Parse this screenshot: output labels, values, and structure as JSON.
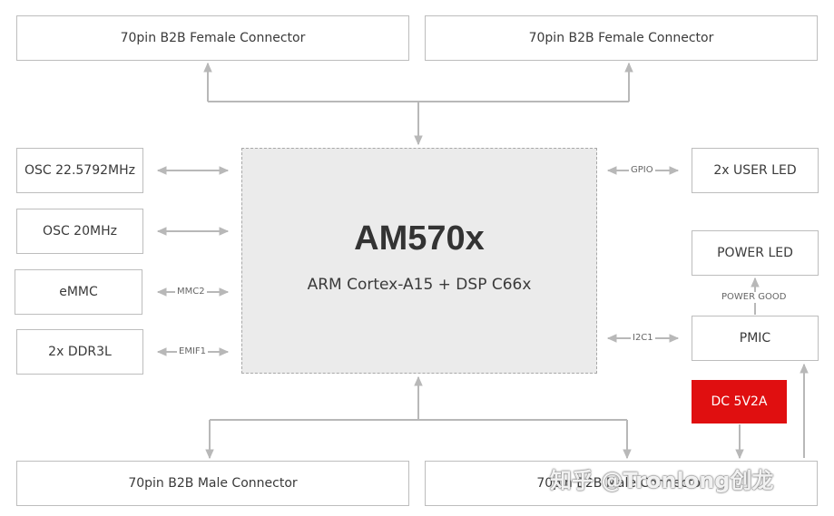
{
  "soc": {
    "name": "AM570x",
    "desc": "ARM Cortex-A15 + DSP C66x"
  },
  "connectors": {
    "top_left": "70pin B2B Female Connector",
    "top_right": "70pin B2B Female Connector",
    "bottom_left": "70pin B2B Male Connector",
    "bottom_right": "70pin B2B Male Connector"
  },
  "left_blocks": {
    "osc1": "OSC 22.5792MHz",
    "osc2": "OSC 20MHz",
    "emmc": "eMMC",
    "ddr": "2x DDR3L"
  },
  "right_blocks": {
    "user_led": "2x USER LED",
    "power_led": "POWER LED",
    "pmic": "PMIC",
    "dc": "DC 5V2A"
  },
  "bus_labels": {
    "mmc": "MMC2",
    "emif": "EMIF1",
    "gpio": "GPIO",
    "i2c": "I2C1",
    "power_good": "POWER GOOD"
  },
  "colors": {
    "power_input": "#e00f10",
    "soc_fill": "#ebebeb",
    "line": "#b8b8b8"
  },
  "watermark": "知乎 @Tronlong创龙"
}
